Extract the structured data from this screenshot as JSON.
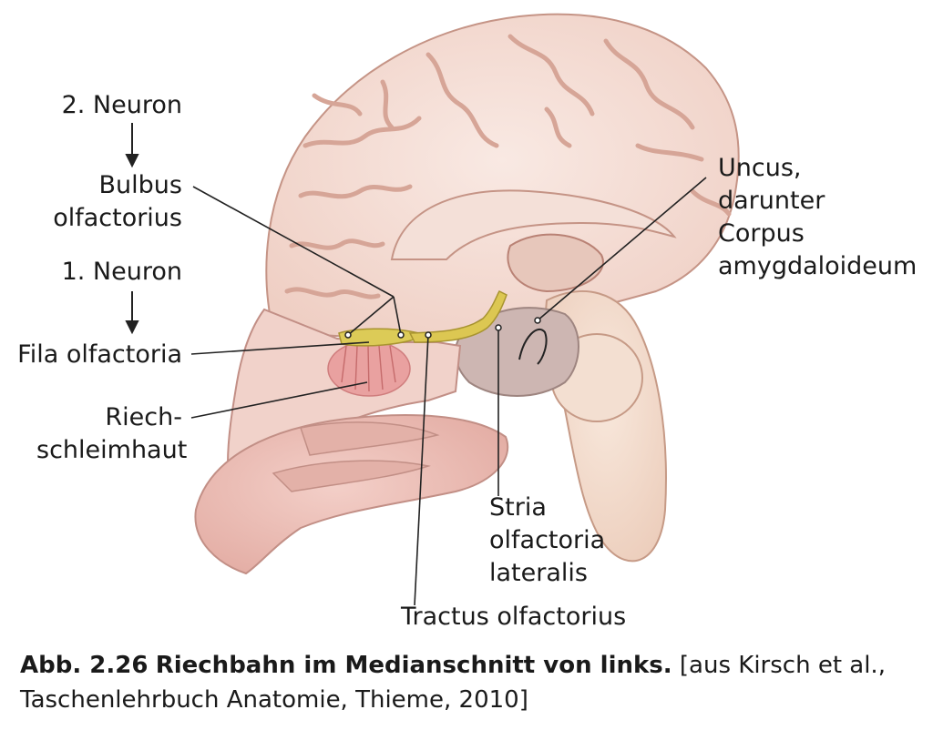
{
  "labels": {
    "neuron2": "2. Neuron",
    "bulbus_1": "Bulbus",
    "bulbus_2": "olfactorius",
    "neuron1": "1. Neuron",
    "fila": "Fila olfactoria",
    "riech_1": "Riech-",
    "riech_2": "schleimhaut",
    "uncus_1": "Uncus,",
    "uncus_2": "darunter",
    "uncus_3": "Corpus",
    "uncus_4": "amygdaloideum",
    "stria_1": "Stria",
    "stria_2": "olfactoria",
    "stria_3": "lateralis",
    "tractus": "Tractus olfactorius"
  },
  "caption": {
    "figure_number": "Abb. 2.26",
    "title": "Riechbahn im Medianschnitt von links.",
    "source_1": "[aus Kirsch et al.,",
    "source_2": "Taschenlehrbuch Anatomie, Thieme, 2010]"
  },
  "colors": {
    "cortex": "#f3d8cf",
    "sulcus": "#d7a89a",
    "outline": "#b9877a",
    "nasal_mucosa": "#e9b8b0",
    "olfactory_tract": "#d8c34a",
    "brainstem": "#f1dccd",
    "leader_line": "#222222"
  }
}
